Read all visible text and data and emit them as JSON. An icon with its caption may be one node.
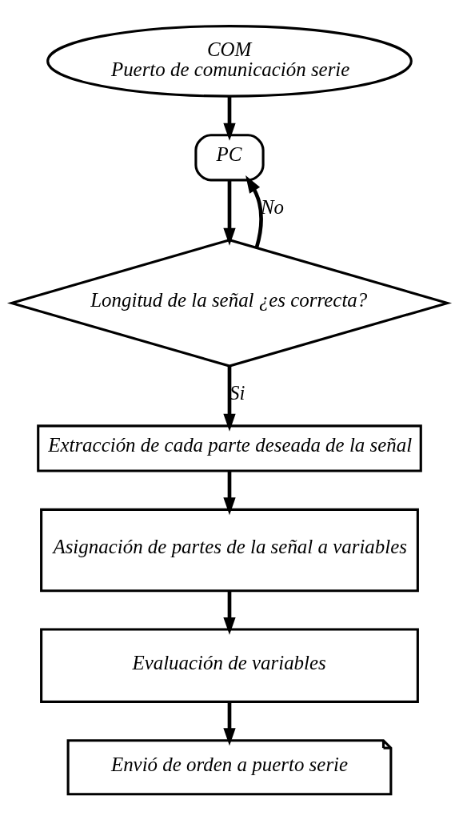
{
  "diagram": {
    "nodes": [
      {
        "text": [
          "COM",
          "Puerto de comunicación serie"
        ]
      },
      {
        "text": [
          "PC"
        ]
      },
      {
        "text": [
          "Longitud de la señal ¿es correcta?"
        ]
      },
      {
        "text": [
          "Extracción de cada parte deseada de la señal"
        ]
      },
      {
        "text": [
          "Asignación de partes de la señal a variables"
        ]
      },
      {
        "text": [
          "Evaluación de variables"
        ]
      },
      {
        "text": [
          "Envió de orden a puerto serie"
        ]
      }
    ],
    "edges": [
      {
        "from": 0,
        "to": 1,
        "arrow": "to"
      },
      {
        "from": 1,
        "to": 2,
        "arrow": "to"
      },
      {
        "from": 2,
        "to": 1,
        "arrow": "to",
        "label": "No"
      },
      {
        "from": 2,
        "to": 3,
        "arrow": "to",
        "label": "Si"
      },
      {
        "from": 3,
        "to": 4,
        "arrow": "to"
      },
      {
        "from": 4,
        "to": 5,
        "arrow": "to"
      },
      {
        "from": 5,
        "to": 6,
        "arrow": "to"
      }
    ]
  }
}
